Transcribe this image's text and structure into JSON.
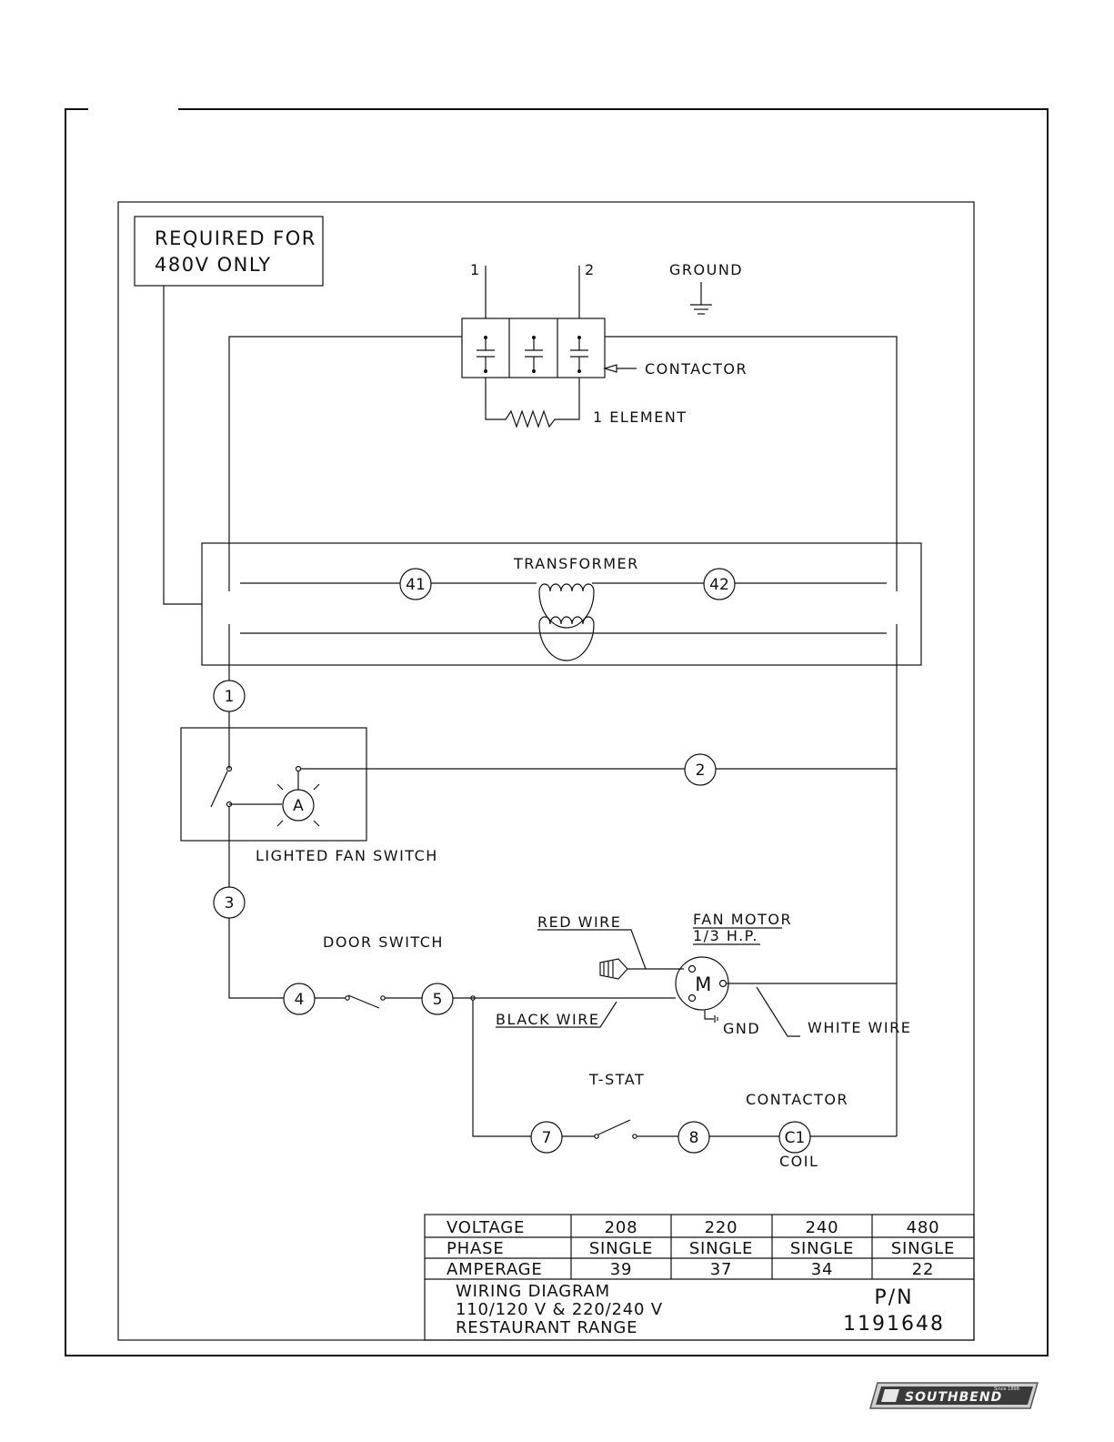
{
  "labels": {
    "required_box_line1": "REQUIRED FOR",
    "required_box_line2": "480V ONLY",
    "terminal_1": "1",
    "terminal_2": "2",
    "ground": "GROUND",
    "contactor": "CONTACTOR",
    "element": "1 ELEMENT",
    "transformer": "TRANSFORMER",
    "node_41": "41",
    "node_42": "42",
    "node_1": "1",
    "node_2": "2",
    "node_3": "3",
    "node_4": "4",
    "node_5": "5",
    "node_7": "7",
    "node_8": "8",
    "node_c1": "C1",
    "lamp": "A",
    "lighted_fan_switch": "LIGHTED FAN SWITCH",
    "door_switch": "DOOR SWITCH",
    "red_wire": "RED WIRE",
    "fan_motor_line1": "FAN MOTOR",
    "fan_motor_line2": "1/3 H.P.",
    "motor": "M",
    "black_wire": "BLACK WIRE",
    "gnd": "GND",
    "white_wire": "WHITE WIRE",
    "tstat": "T-STAT",
    "contactor_coil_top": "CONTACTOR",
    "coil": "COIL"
  },
  "spec_table": {
    "rows": [
      {
        "label": "VOLTAGE",
        "values": [
          "208",
          "220",
          "240",
          "480"
        ]
      },
      {
        "label": "PHASE",
        "values": [
          "SINGLE",
          "SINGLE",
          "SINGLE",
          "SINGLE"
        ]
      },
      {
        "label": "AMPERAGE",
        "values": [
          "39",
          "37",
          "34",
          "22"
        ]
      }
    ],
    "title_line1": "WIRING DIAGRAM",
    "title_line2": "110/120 V & 220/240 V",
    "title_line3": "RESTAURANT RANGE",
    "pn_label": "P/N",
    "pn_value": "1191648"
  },
  "logo": {
    "brand": "SOUTHBEND",
    "since": "Since 1898"
  }
}
